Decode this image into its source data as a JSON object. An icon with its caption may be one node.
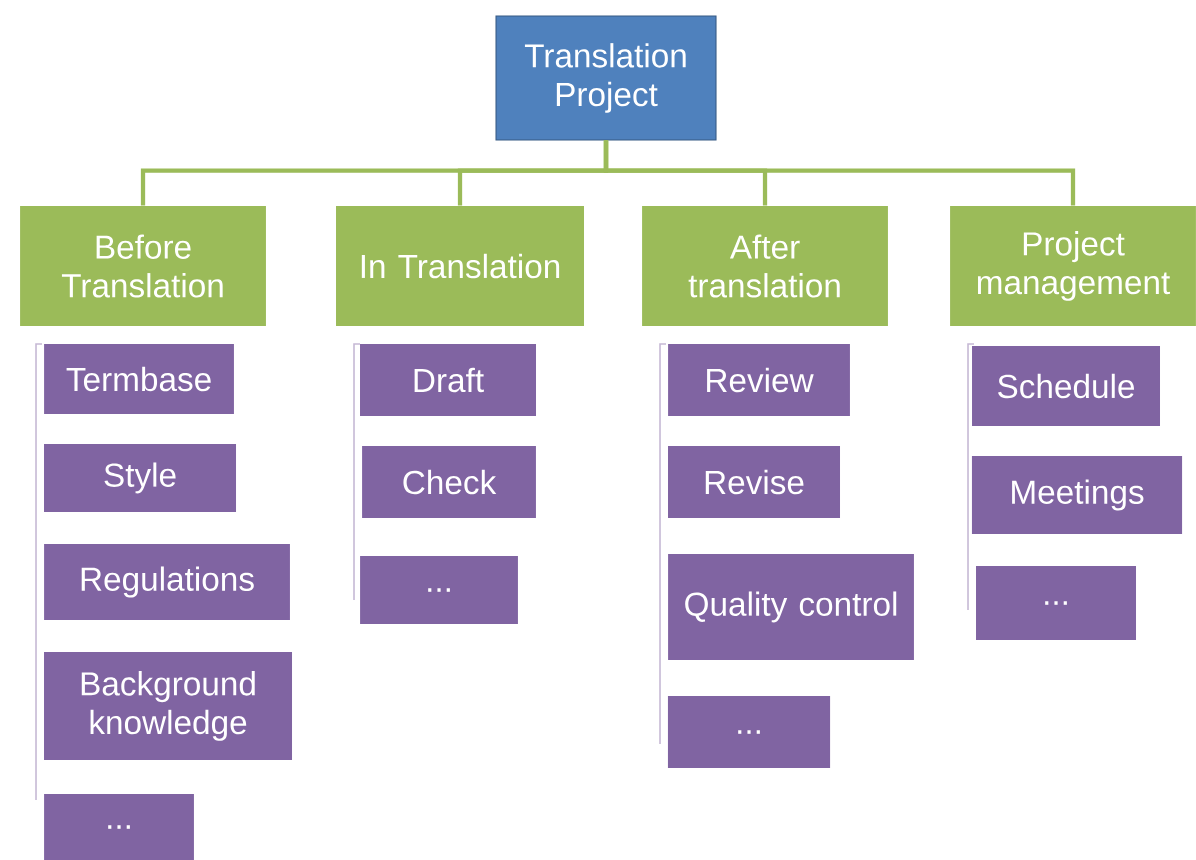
{
  "diagram": {
    "nodes": [
      {
        "text": [
          "Translation Project"
        ]
      },
      {
        "text": [
          "Before Translation"
        ]
      },
      {
        "text": [
          "In Translation"
        ]
      },
      {
        "text": [
          "After translation"
        ]
      },
      {
        "text": [
          "Project management"
        ]
      },
      {
        "text": [
          "Termbase"
        ]
      },
      {
        "text": [
          "Style"
        ]
      },
      {
        "text": [
          "Regulations"
        ]
      },
      {
        "text": [
          "Background knowledge"
        ]
      },
      {
        "text": [
          "..."
        ]
      },
      {
        "text": [
          "Draft"
        ]
      },
      {
        "text": [
          "Check"
        ]
      },
      {
        "text": [
          "..."
        ]
      },
      {
        "text": [
          "Review"
        ]
      },
      {
        "text": [
          "Revise"
        ]
      },
      {
        "text": [
          "Quality control"
        ]
      },
      {
        "text": [
          "..."
        ]
      },
      {
        "text": [
          "Schedule"
        ]
      },
      {
        "text": [
          "Meetings"
        ]
      },
      {
        "text": [
          "..."
        ]
      }
    ],
    "edges": [
      {
        "from": 0,
        "to": 1,
        "arrow": "none"
      },
      {
        "from": 0,
        "to": 2,
        "arrow": "none"
      },
      {
        "from": 0,
        "to": 3,
        "arrow": "none"
      },
      {
        "from": 0,
        "to": 4,
        "arrow": "none"
      }
    ]
  }
}
